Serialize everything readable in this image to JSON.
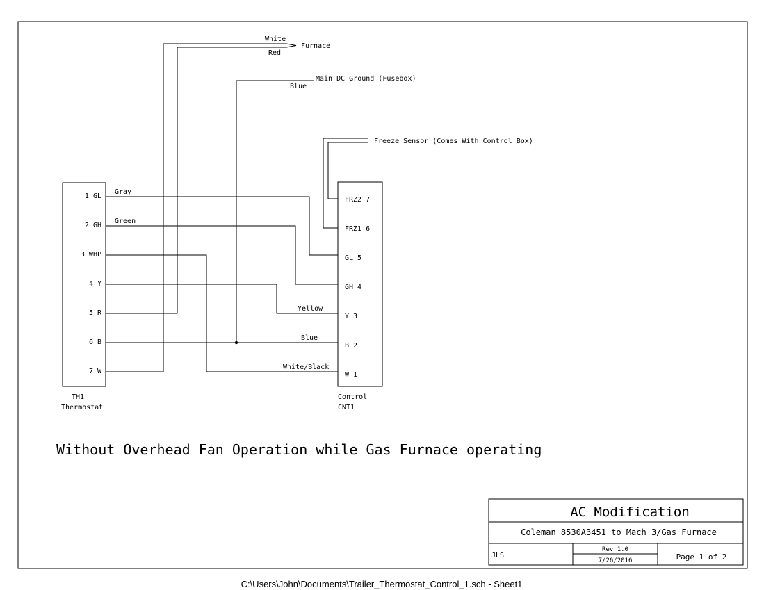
{
  "thermostat": {
    "ref": "TH1",
    "name": "Thermostat",
    "pins": [
      "1 GL",
      "2 GH",
      "3 WHP",
      "4 Y",
      "5 R",
      "6 B",
      "7 W"
    ]
  },
  "control": {
    "name": "Control",
    "ref": "CNT1",
    "pins": [
      "FRZ2 7",
      "FRZ1 6",
      "GL 5",
      "GH 4",
      "Y 3",
      "B 2",
      "W 1"
    ]
  },
  "wire_labels": {
    "white": "White",
    "red": "Red",
    "furnace": "Furnace",
    "main_dc_ground": "Main DC Ground (Fusebox)",
    "blue_top": "Blue",
    "freeze_sensor": "Freeze Sensor (Comes With Control Box)",
    "gray": "Gray",
    "green": "Green",
    "yellow": "Yellow",
    "blue": "Blue",
    "white_black": "White/Black"
  },
  "heading": "Without Overhead Fan Operation while Gas Furnace operating",
  "title_block": {
    "title": "AC Modification",
    "subtitle": "Coleman 8530A3451 to Mach 3/Gas Furnace",
    "author": "JLS",
    "revision": "Rev 1.0",
    "date": "7/26/2016",
    "page": "Page 1 of 2"
  },
  "footer_path": "C:\\Users\\John\\Documents\\Trailer_Thermostat_Control_1.sch  -  Sheet1"
}
